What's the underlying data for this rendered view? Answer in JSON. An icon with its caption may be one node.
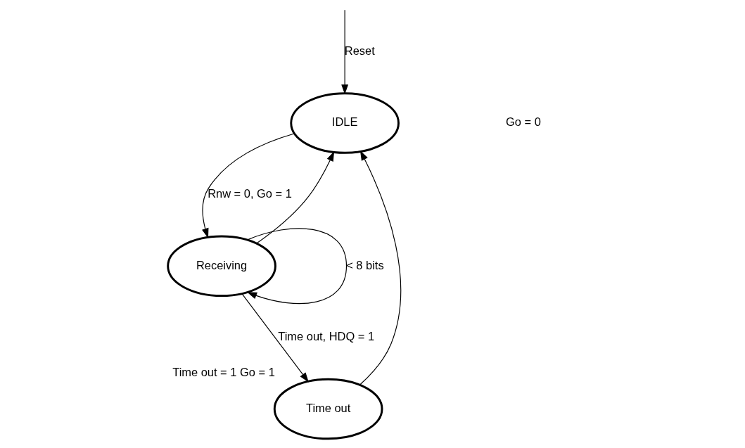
{
  "diagram": {
    "nodes": [
      {
        "text": [
          "IDLE"
        ]
      },
      {
        "text": [
          "Receiving"
        ]
      },
      {
        "text": [
          "Time out"
        ],
        "beside": [
          "Time out = 1 Go = 1"
        ]
      }
    ],
    "edges": [
      {
        "from": null,
        "to": 0,
        "arrow": "to",
        "label": "Reset"
      },
      {
        "from": 0,
        "to": 1,
        "arrow": "to",
        "label": "Rnw = 0, Go = 1"
      },
      {
        "from": 1,
        "to": 1,
        "arrow": "to",
        "label": "< 8 bits"
      },
      {
        "from": 1,
        "to": 0,
        "arrow": "to"
      },
      {
        "from": 1,
        "to": 2,
        "arrow": "to",
        "label": "Time out, HDQ = 1"
      },
      {
        "from": 2,
        "to": 0,
        "arrow": "to"
      }
    ],
    "labels": [
      "Go = 0"
    ]
  }
}
